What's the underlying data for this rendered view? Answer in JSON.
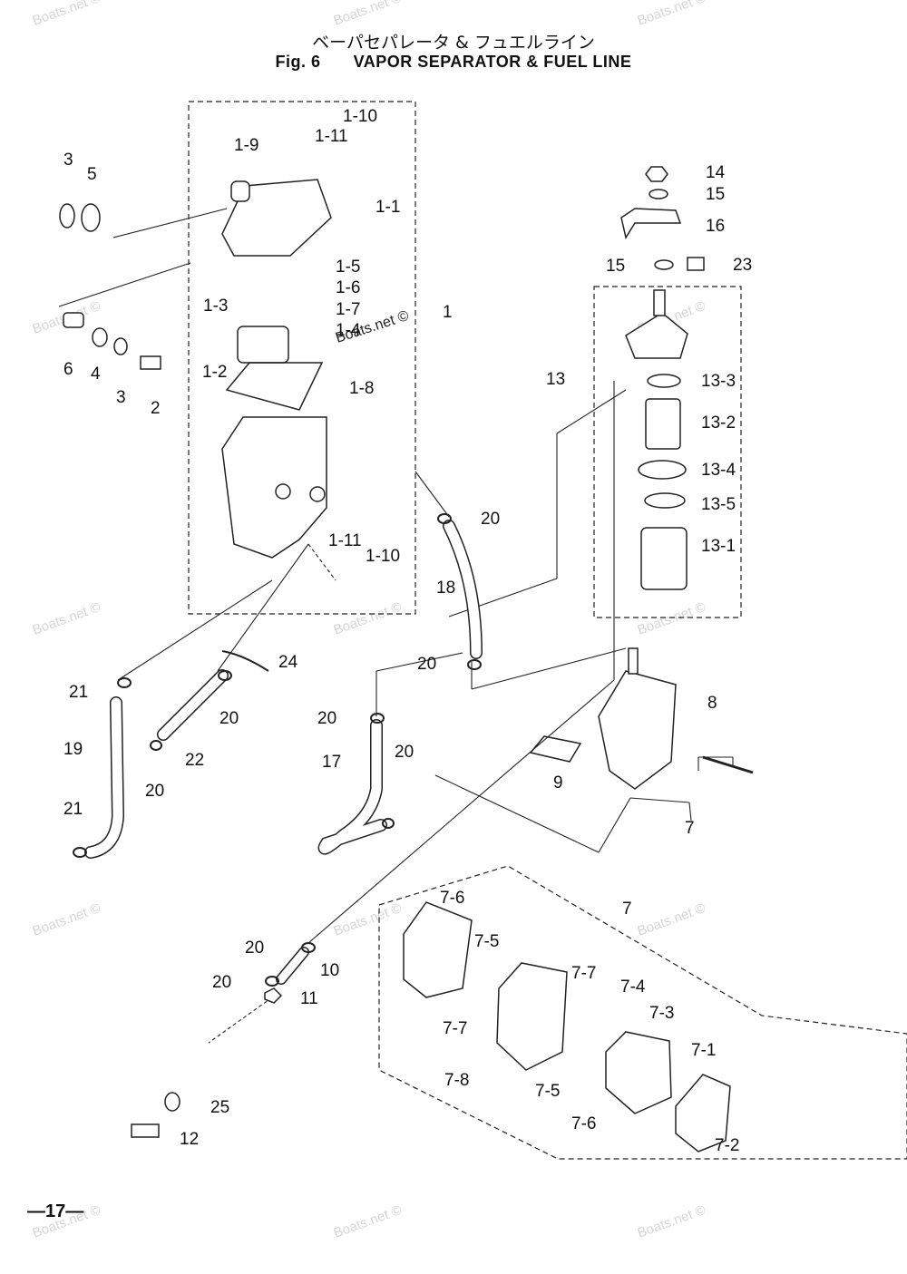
{
  "title": {
    "jp": "ベーパセパレータ & フュエルライン",
    "fig": "Fig. 6",
    "en": "VAPOR SEPARATOR & FUEL LINE"
  },
  "page_number": "—17—",
  "watermark": {
    "main": "Boats.net ©",
    "repeat": "Boats.net ©"
  },
  "callouts": [
    "1-10",
    "1-9",
    "1-11",
    "1-1",
    "1-5",
    "1-6",
    "1-7",
    "1",
    "1-3",
    "1-4",
    "1-2",
    "1-8",
    "3",
    "5",
    "6",
    "4",
    "3",
    "2",
    "14",
    "15",
    "16",
    "15",
    "23",
    "13",
    "13-3",
    "13-2",
    "13-4",
    "13-5",
    "13-1",
    "20",
    "18",
    "1-11",
    "1-10",
    "24",
    "21",
    "20",
    "19",
    "22",
    "20",
    "21",
    "20",
    "20",
    "17",
    "20",
    "8",
    "9",
    "7",
    "7",
    "7-6",
    "7-5",
    "7-7",
    "7-7",
    "7-4",
    "7-3",
    "7-1",
    "7-8",
    "7-5",
    "7-6",
    "7-2",
    "20",
    "10",
    "20",
    "11",
    "25",
    "12"
  ]
}
